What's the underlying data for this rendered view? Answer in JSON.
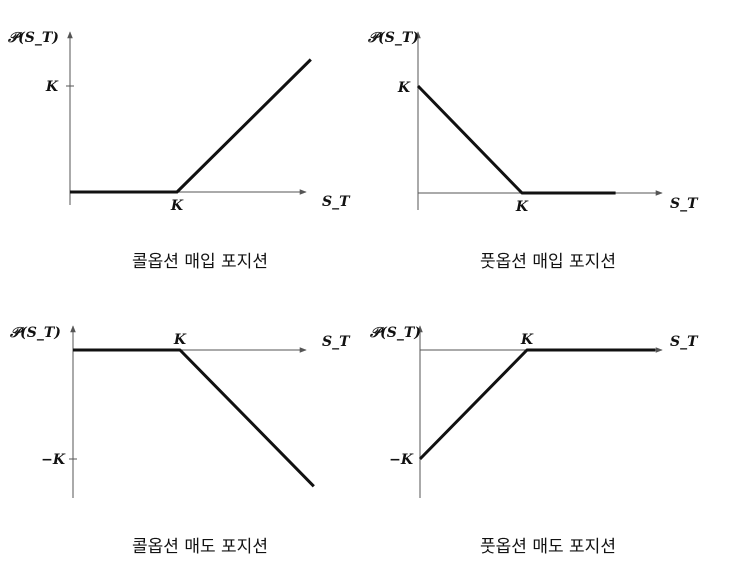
{
  "colors": {
    "payoff_line": "#111111",
    "axis": "#555555",
    "background": "#ffffff"
  },
  "chart_data": [
    {
      "type": "line",
      "title": "콜옵션 매입 포지션",
      "ylabel": "𝒫(S_T)",
      "xlabel": "S_T",
      "x_ticks": [
        {
          "value": 1,
          "label": "K"
        }
      ],
      "y_ticks": [
        {
          "value": 1,
          "label": "K"
        }
      ],
      "xlim": [
        0,
        2.25
      ],
      "ylim": [
        0,
        1.5
      ],
      "series": [
        {
          "x": [
            0,
            1,
            2.25
          ],
          "y": [
            0,
            0,
            1.25
          ]
        }
      ]
    },
    {
      "type": "line",
      "title": "풋옵션 매입 포지션",
      "ylabel": "𝒫(S_T)",
      "xlabel": "S_T",
      "x_ticks": [
        {
          "value": 1,
          "label": "K"
        }
      ],
      "y_ticks": [
        {
          "value": 1,
          "label": "K"
        }
      ],
      "xlim": [
        0,
        2.25
      ],
      "ylim": [
        0,
        1.5
      ],
      "series": [
        {
          "x": [
            0,
            1,
            1.9
          ],
          "y": [
            1,
            0,
            0
          ]
        }
      ]
    },
    {
      "type": "line",
      "title": "콜옵션 매도 포지션",
      "ylabel": "𝒫(S_T)",
      "xlabel": "S_T",
      "x_ticks": [
        {
          "value": 1,
          "label": "K"
        }
      ],
      "y_ticks": [
        {
          "value": -1,
          "label": "−K"
        }
      ],
      "xlim": [
        0,
        2.25
      ],
      "ylim": [
        -1.4,
        0.2
      ],
      "series": [
        {
          "x": [
            0,
            1,
            2.25
          ],
          "y": [
            0,
            0,
            -1.25
          ]
        }
      ]
    },
    {
      "type": "line",
      "title": "풋옵션 매도 포지션",
      "ylabel": "𝒫(S_T)",
      "xlabel": "S_T",
      "x_ticks": [
        {
          "value": 1,
          "label": "K"
        }
      ],
      "y_ticks": [
        {
          "value": -1,
          "label": "−K"
        }
      ],
      "xlim": [
        0,
        2.25
      ],
      "ylim": [
        -1.4,
        0.2
      ],
      "series": [
        {
          "x": [
            0,
            1,
            2.2
          ],
          "y": [
            -1,
            0,
            0
          ]
        }
      ]
    }
  ]
}
